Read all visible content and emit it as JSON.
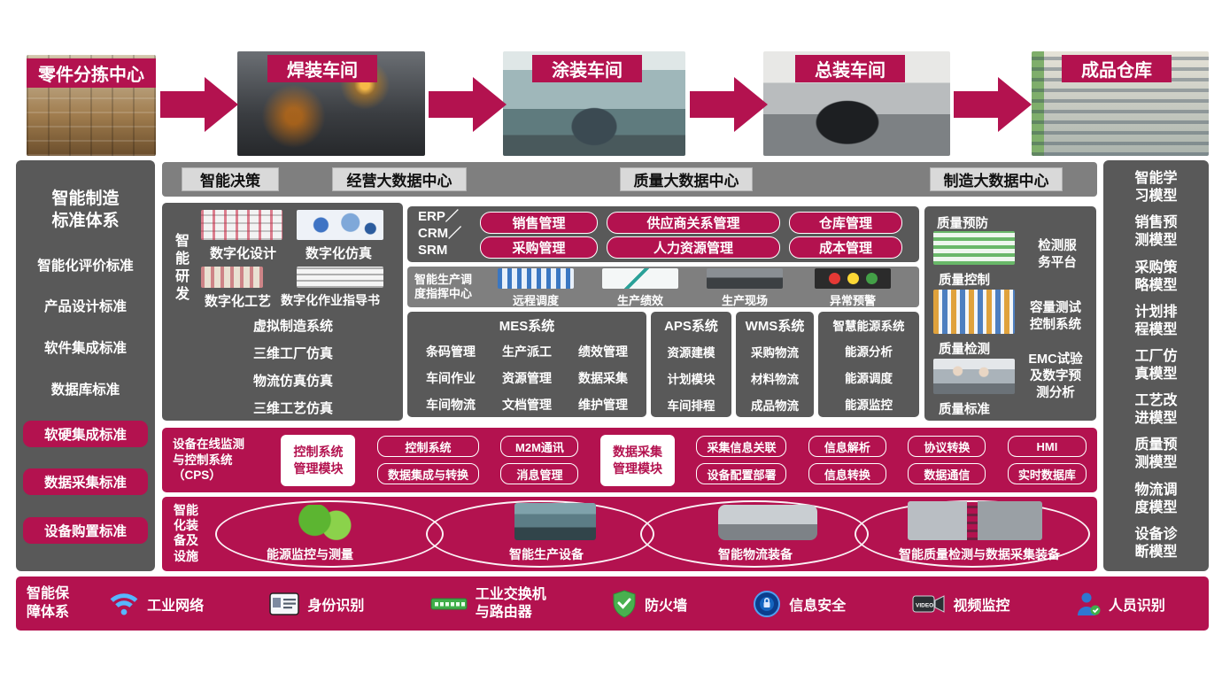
{
  "accent_color": "#b3124f",
  "flow": {
    "stages": [
      "零件分拣中心",
      "焊装车间",
      "涂装车间",
      "总装车间",
      "成品仓库"
    ]
  },
  "standards": {
    "title": "智能制造\n标准体系",
    "items": [
      "智能化评价标准",
      "产品设计标准",
      "软件集成标准",
      "数据库标准"
    ],
    "highlighted": [
      "软硬集成标准",
      "数据采集标准",
      "设备购置标准"
    ]
  },
  "models": [
    "智能学习模型",
    "销售预测模型",
    "采购策略模型",
    "计划排程模型",
    "工厂仿真模型",
    "工艺改进模型",
    "质量预测模型",
    "物流调度模型",
    "设备诊断模型"
  ],
  "data_centers": {
    "decision": "智能决策",
    "business": "经营大数据中心",
    "quality": "质量大数据中心",
    "manufacturing": "制造大数据中心"
  },
  "rnd": {
    "label": "智能研发",
    "captions": [
      "数字化设计",
      "数字化仿真",
      "数字化工艺",
      "数字化作业指导书"
    ],
    "list": [
      "虚拟制造系统",
      "三维工厂仿真",
      "物流仿真仿真",
      "三维工艺仿真"
    ]
  },
  "erp": {
    "label": "ERP／\nCRM／\nSRM",
    "buttons": [
      "销售管理",
      "供应商关系管理",
      "仓库管理",
      "采购管理",
      "人力资源管理",
      "成本管理"
    ]
  },
  "dispatch": {
    "label": "智能生产调\n度指挥中心",
    "items": [
      "远程调度",
      "生产绩效",
      "生产现场",
      "异常预警"
    ],
    "alert_colors": [
      "#e53935",
      "#fdd835",
      "#43a047"
    ]
  },
  "mes": {
    "title": "MES系统",
    "items": [
      "条码管理",
      "生产派工",
      "绩效管理",
      "车间作业",
      "资源管理",
      "数据采集",
      "车间物流",
      "文档管理",
      "维护管理"
    ]
  },
  "aps": {
    "title": "APS系统",
    "items": [
      "资源建模",
      "计划模块",
      "车间排程"
    ]
  },
  "wms": {
    "title": "WMS系统",
    "items": [
      "采购物流",
      "材料物流",
      "成品物流"
    ]
  },
  "energy": {
    "title": "智慧能源系统",
    "items": [
      "能源分析",
      "能源调度",
      "能源监控"
    ]
  },
  "quality": {
    "left": [
      "质量预防",
      "质量控制",
      "质量检测",
      "质量标准"
    ],
    "right": [
      "检测服\n务平台",
      "容量测试\n控制系统",
      "EMC试验\n及数字预\n测分析"
    ]
  },
  "cps": {
    "label": "设备在线监测\n与控制系统\n（CPS）",
    "module1": "控制系统\n管理模块",
    "module2": "数据采集\n管理模块",
    "group1": [
      [
        "控制系统",
        "数据集成与转换"
      ],
      [
        "M2M通讯",
        "消息管理"
      ]
    ],
    "group2": [
      [
        "采集信息关联",
        "设备配置部署"
      ],
      [
        "信息解析",
        "信息转换"
      ],
      [
        "协议转换",
        "数据通信"
      ],
      [
        "HMI",
        "实时数据库"
      ]
    ]
  },
  "equipment": {
    "label": "智能\n化装\n备及\n设施",
    "items": [
      "能源监控与测量",
      "智能生产设备",
      "智能物流装备",
      "智能质量检测与数据采集装备"
    ]
  },
  "assurance": {
    "label": "智能保\n障体系",
    "items": [
      "工业网络",
      "身份识别",
      "工业交换机\n与路由器",
      "防火墙",
      "信息安全",
      "视频监控",
      "人员识别"
    ],
    "video_icon_text": "VIDEO"
  }
}
